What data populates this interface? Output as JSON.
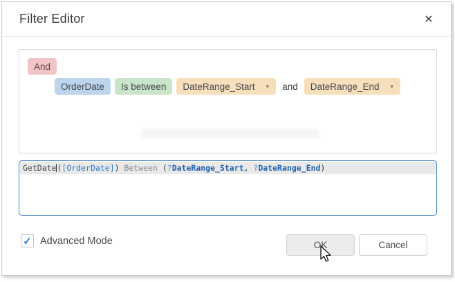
{
  "dialog": {
    "title": "Filter Editor"
  },
  "icons": {
    "close": "✕",
    "dropdown": "▾",
    "check": "✓"
  },
  "builder": {
    "group_operator": "And",
    "condition": {
      "field": "OrderDate",
      "operator": "Is between",
      "value_start": "DateRange_Start",
      "join_text": "and",
      "value_end": "DateRange_End"
    }
  },
  "expression": {
    "tokens": [
      {
        "t": "GetDate",
        "c": "func"
      },
      {
        "t": "",
        "c": "caret"
      },
      {
        "t": "(",
        "c": "paren"
      },
      {
        "t": "[OrderDate]",
        "c": "field"
      },
      {
        "t": ")",
        "c": "paren"
      },
      {
        "t": " Between ",
        "c": "keyword"
      },
      {
        "t": "(",
        "c": "paren"
      },
      {
        "t": "?",
        "c": "qmark"
      },
      {
        "t": "DateRange_Start",
        "c": "param"
      },
      {
        "t": ", ",
        "c": "punct"
      },
      {
        "t": "?",
        "c": "qmark"
      },
      {
        "t": "DateRange_End",
        "c": "param"
      },
      {
        "t": ")",
        "c": "paren"
      }
    ]
  },
  "footer": {
    "advanced_mode_label": "Advanced Mode",
    "advanced_mode_checked": true,
    "ok_label": "OK",
    "cancel_label": "Cancel"
  },
  "colors": {
    "accent": "#3a7cc0",
    "chip-group": "#f1c5c8",
    "chip-field": "#bcd4ec",
    "chip-operator": "#c8e5c9",
    "chip-value": "#f8dfbb",
    "check": "#2b7cd3"
  }
}
